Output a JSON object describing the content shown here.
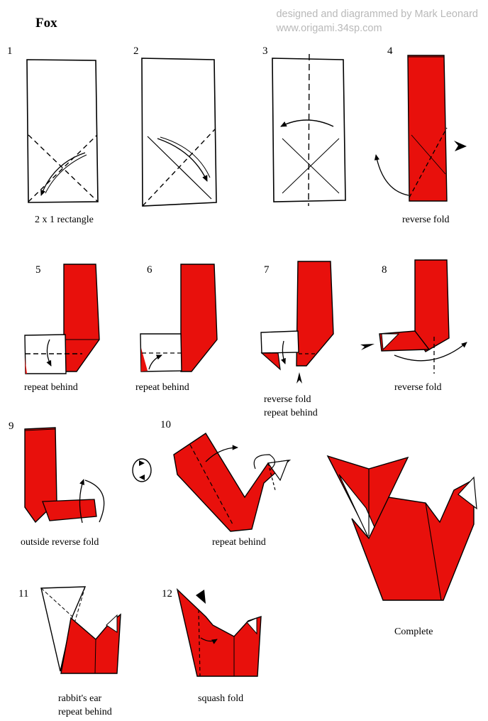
{
  "title": "Fox",
  "credit": {
    "line1": "designed and diagrammed by Mark Leonard",
    "line2": "www.origami.34sp.com"
  },
  "colors": {
    "paper_red": "#e8100c",
    "paper_white": "#ffffff",
    "ink": "#000000",
    "credit_gray": "#b9b9b9"
  },
  "steps": [
    {
      "number": "1",
      "caption": "2 x 1 rectangle"
    },
    {
      "number": "2",
      "caption": ""
    },
    {
      "number": "3",
      "caption": ""
    },
    {
      "number": "4",
      "caption": "reverse fold"
    },
    {
      "number": "5",
      "caption": "repeat behind"
    },
    {
      "number": "6",
      "caption": "repeat behind"
    },
    {
      "number": "7",
      "caption": "reverse fold",
      "caption2": "repeat behind"
    },
    {
      "number": "8",
      "caption": "reverse fold"
    },
    {
      "number": "9",
      "caption": "outside reverse fold"
    },
    {
      "number": "10",
      "caption": "repeat behind"
    },
    {
      "number": "11",
      "caption": "rabbit's ear",
      "caption2": "repeat behind"
    },
    {
      "number": "12",
      "caption": "squash fold"
    }
  ],
  "final": {
    "caption": "Complete"
  }
}
